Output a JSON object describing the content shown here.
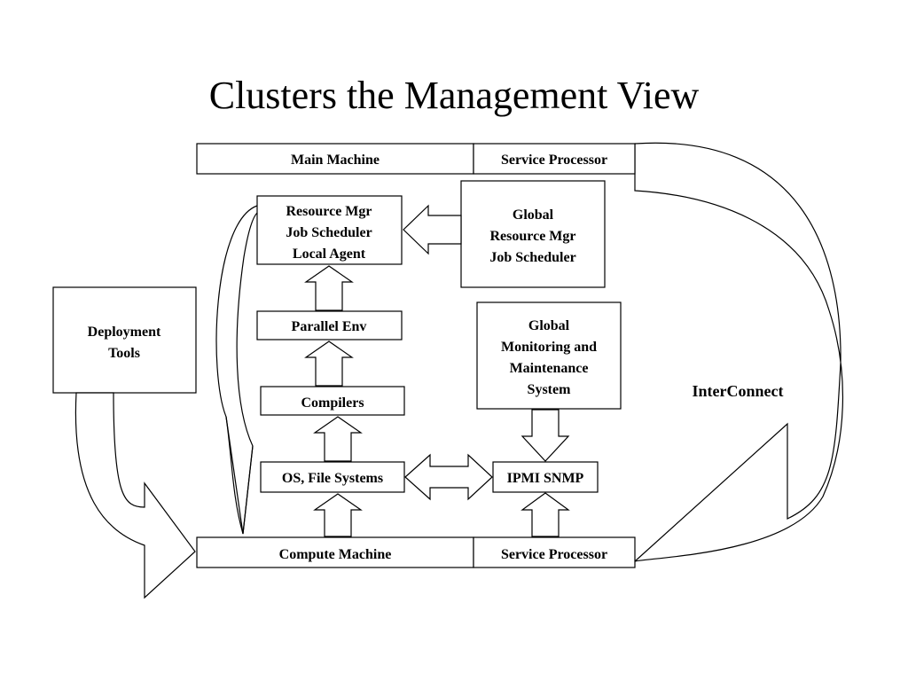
{
  "title": "Clusters the Management View",
  "top_bar": {
    "main_machine": "Main Machine",
    "service_processor": "Service Processor"
  },
  "bottom_bar": {
    "compute_machine": "Compute Machine",
    "service_processor": "Service Processor"
  },
  "boxes": {
    "resource_mgr": [
      "Resource Mgr",
      "Job Scheduler",
      "Local Agent"
    ],
    "global_resource": [
      "Global",
      "Resource Mgr",
      "Job Scheduler"
    ],
    "parallel_env": [
      "Parallel Env"
    ],
    "compilers": [
      "Compilers"
    ],
    "os_fs": [
      "OS, File Systems"
    ],
    "ipmi": [
      "IPMI SNMP"
    ],
    "global_monitoring": [
      "Global",
      "Monitoring and",
      "Maintenance",
      "System"
    ],
    "deployment": [
      "Deployment",
      "Tools"
    ]
  },
  "interconnect_label": "InterConnect"
}
